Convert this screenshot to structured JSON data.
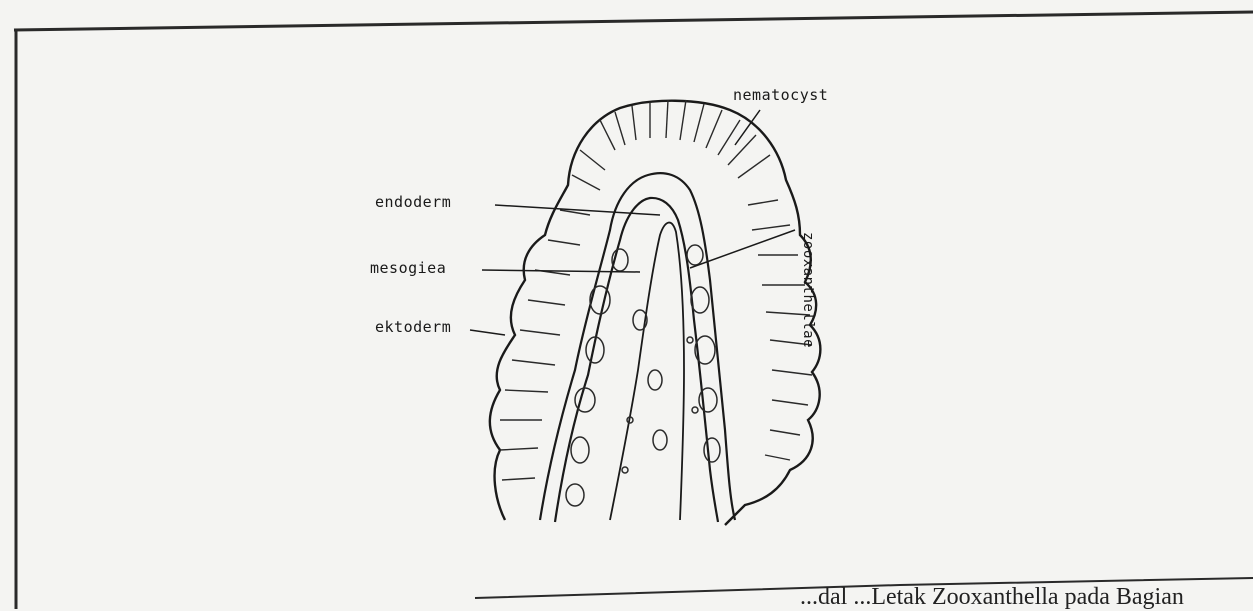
{
  "diagram": {
    "labels": {
      "nematocyst": "nematocyst",
      "endoderm": "endoderm",
      "mesogiea": "mesogiea",
      "ektoderm": "ektoderm",
      "zooxanthellae": "zooxanthellae"
    },
    "caption_fragment": "...dal ...Letak Zooxanthella pada Bagian"
  }
}
